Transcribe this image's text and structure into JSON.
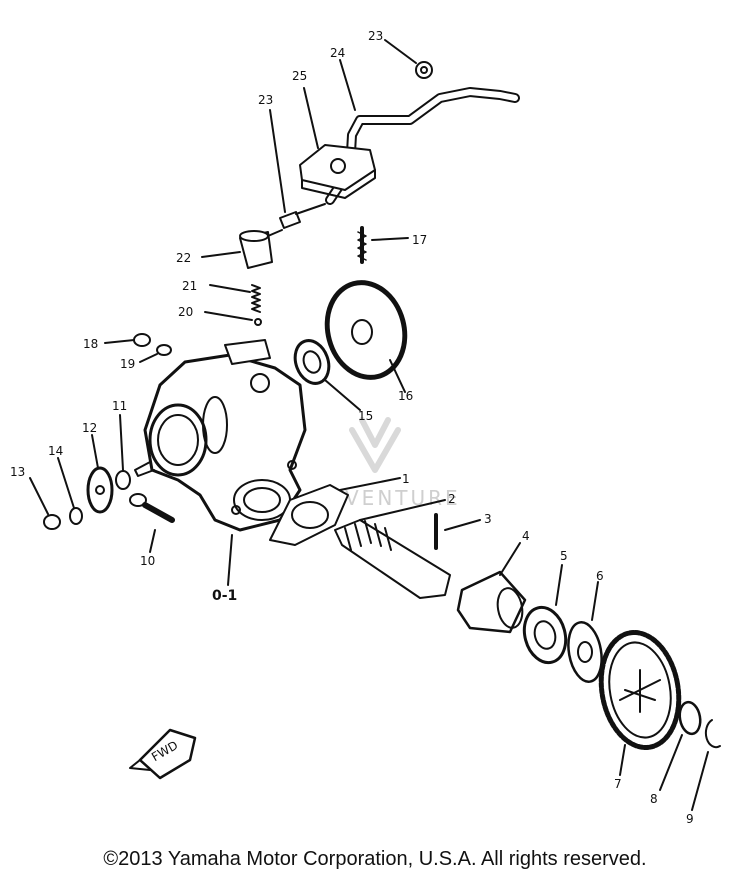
{
  "diagram": {
    "part_labels": {
      "p1": "1",
      "p2": "2",
      "p3": "3",
      "p4": "4",
      "p5": "5",
      "p6": "6",
      "p7": "7",
      "p8": "8",
      "p9": "9",
      "p10": "10",
      "p11": "11",
      "p12": "12",
      "p13": "13",
      "p14": "14",
      "p15": "15",
      "p16": "16",
      "p17": "17",
      "p18": "18",
      "p19": "19",
      "p20": "20",
      "p21": "21",
      "p22": "22",
      "p23a": "23",
      "p23b": "23",
      "p24": "24",
      "p25": "25",
      "p01": "0-1"
    },
    "fwd_marker": "FWD",
    "watermark": "VENTURE"
  },
  "footer": {
    "copyright": "©2013 Yamaha Motor Corporation, U.S.A. All rights reserved."
  }
}
